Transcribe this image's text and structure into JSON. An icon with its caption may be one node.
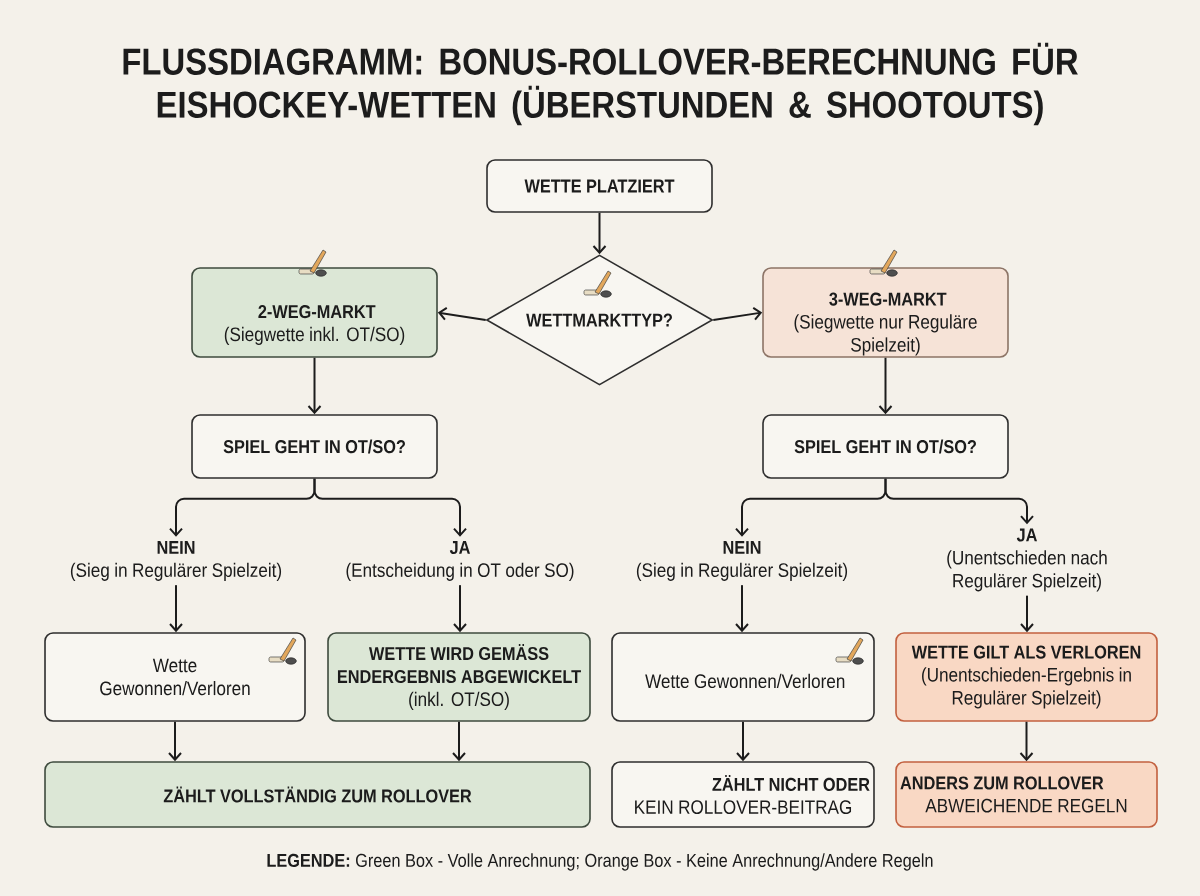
{
  "diagram": {
    "title": "FLUSSDIAGRAMM: BONUS-ROLLOVER-BERECHNUNG FÜR EISHOCKEY-WETTEN (ÜBERSTUNDEN & SHOOTOUTS)",
    "nodes": [
      {
        "text": [
          "WETTE PLATZIERT"
        ]
      },
      {
        "text": [
          "WETTMARKTTYP?"
        ]
      },
      {
        "text": [
          "2-WEG-MARKT",
          "(Siegwette inkl. OT/SO)"
        ]
      },
      {
        "text": [
          "3-WEG-MARKT",
          "(Siegwette nur Reguläre Spielzeit)"
        ]
      },
      {
        "text": [
          "SPIEL GEHT IN OT/SO?"
        ]
      },
      {
        "text": [
          "SPIEL GEHT IN OT/SO?"
        ]
      },
      {
        "text": [
          "NEIN",
          "(Sieg in Regulärer Spielzeit)"
        ]
      },
      {
        "text": [
          "JA",
          "(Entscheidung in OT oder SO)"
        ]
      },
      {
        "text": [
          "NEIN",
          "(Sieg in Regulärer Spielzeit)"
        ]
      },
      {
        "text": [
          "JA",
          "(Unentschieden nach Regulärer Spielzeit)"
        ]
      },
      {
        "text": [
          "Wette Gewonnen/Verloren"
        ]
      },
      {
        "text": [
          "WETTE WIRD GEMÄSS ENDERGEBNIS ABGEWICKELT",
          "(inkl. OT/SO)"
        ]
      },
      {
        "text": [
          "Wette Gewonnen/Verloren"
        ]
      },
      {
        "text": [
          "WETTE GILT ALS VERLOREN",
          "(Unentschieden-Ergebnis in Regulärer Spielzeit)"
        ]
      },
      {
        "text": [
          "ZÄHLT VOLLSTÄNDIG ZUM ROLLOVER"
        ]
      },
      {
        "text": [
          "ZÄHLT NICHT ODER",
          "KEIN ROLLOVER-BEITRAG"
        ]
      },
      {
        "text": [
          "ANDERS ZUM ROLLOVER",
          "ABWEICHENDE REGELN"
        ]
      }
    ],
    "edges": [
      {
        "from": 0,
        "to": 1,
        "arrow": "to"
      },
      {
        "from": 1,
        "to": 2,
        "arrow": "to"
      },
      {
        "from": 1,
        "to": 3,
        "arrow": "to"
      },
      {
        "from": 2,
        "to": 4,
        "arrow": "to"
      },
      {
        "from": 3,
        "to": 5,
        "arrow": "to"
      },
      {
        "from": 4,
        "to": 6,
        "arrow": "to"
      },
      {
        "from": 4,
        "to": 7,
        "arrow": "to"
      },
      {
        "from": 5,
        "to": 8,
        "arrow": "to"
      },
      {
        "from": 5,
        "to": 9,
        "arrow": "to"
      },
      {
        "from": 6,
        "to": 10,
        "arrow": "to"
      },
      {
        "from": 7,
        "to": 11,
        "arrow": "to"
      },
      {
        "from": 8,
        "to": 12,
        "arrow": "to"
      },
      {
        "from": 9,
        "to": 13,
        "arrow": "to"
      },
      {
        "from": 10,
        "to": 14,
        "arrow": "to"
      },
      {
        "from": 11,
        "to": 14,
        "arrow": "to"
      },
      {
        "from": 12,
        "to": 15,
        "arrow": "to"
      },
      {
        "from": 13,
        "to": 16,
        "arrow": "to"
      }
    ],
    "labels": [
      "**LEGENDE:** Green Box - Volle Anrechnung; Orange Box - Keine Anrechnung/Andere Regeln"
    ]
  }
}
